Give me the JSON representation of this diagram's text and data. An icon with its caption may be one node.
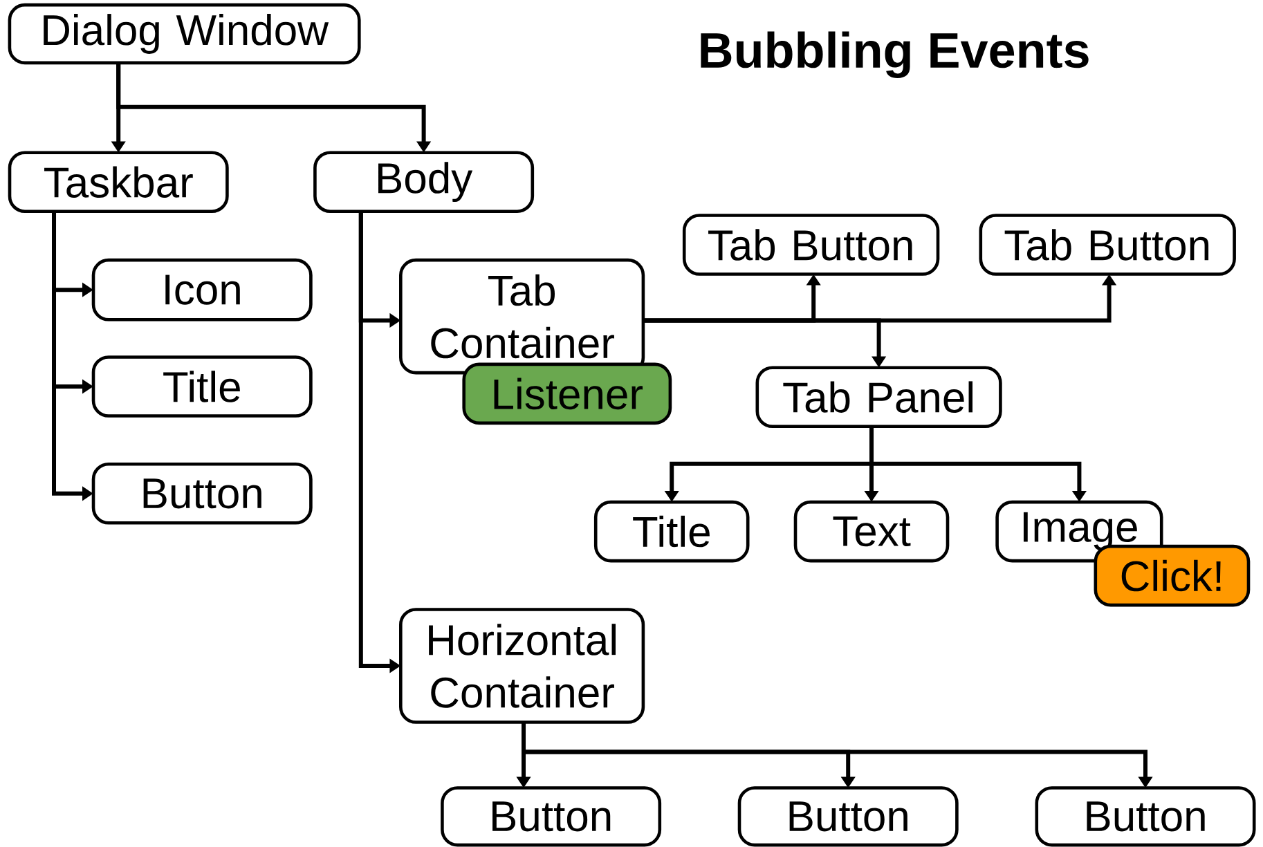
{
  "diagram": {
    "title": "Bubbling Events",
    "nodes": [
      {
        "text": [
          "Dialog Window"
        ]
      },
      {
        "text": [
          "Taskbar"
        ]
      },
      {
        "text": [
          "Body"
        ]
      },
      {
        "text": [
          "Icon"
        ]
      },
      {
        "text": [
          "Title"
        ]
      },
      {
        "text": [
          "Button"
        ]
      },
      {
        "text": [
          "Tab Container"
        ]
      },
      {
        "text": [
          "Listener"
        ]
      },
      {
        "text": [
          "Tab Button"
        ]
      },
      {
        "text": [
          "Tab Button"
        ]
      },
      {
        "text": [
          "Tab Panel"
        ]
      },
      {
        "text": [
          "Title"
        ]
      },
      {
        "text": [
          "Text"
        ]
      },
      {
        "text": [
          "Image"
        ]
      },
      {
        "text": [
          "Click!"
        ]
      },
      {
        "text": [
          "Horizontal Container"
        ]
      },
      {
        "text": [
          "Button"
        ]
      },
      {
        "text": [
          "Button"
        ]
      },
      {
        "text": [
          "Button"
        ]
      }
    ],
    "edges": [
      {
        "from": 0,
        "to": 1,
        "arrow": "to"
      },
      {
        "from": 0,
        "to": 2,
        "arrow": "to"
      },
      {
        "from": 1,
        "to": 3,
        "arrow": "to"
      },
      {
        "from": 1,
        "to": 4,
        "arrow": "to"
      },
      {
        "from": 1,
        "to": 5,
        "arrow": "to"
      },
      {
        "from": 2,
        "to": 6,
        "arrow": "to"
      },
      {
        "from": 2,
        "to": 15,
        "arrow": "to"
      },
      {
        "from": 6,
        "to": 8,
        "arrow": "to"
      },
      {
        "from": 6,
        "to": 9,
        "arrow": "to"
      },
      {
        "from": 6,
        "to": 10,
        "arrow": "to"
      },
      {
        "from": 10,
        "to": 11,
        "arrow": "to"
      },
      {
        "from": 10,
        "to": 12,
        "arrow": "to"
      },
      {
        "from": 10,
        "to": 13,
        "arrow": "to"
      },
      {
        "from": 15,
        "to": 16,
        "arrow": "to"
      },
      {
        "from": 15,
        "to": 17,
        "arrow": "to"
      },
      {
        "from": 15,
        "to": 18,
        "arrow": "to"
      }
    ]
  }
}
